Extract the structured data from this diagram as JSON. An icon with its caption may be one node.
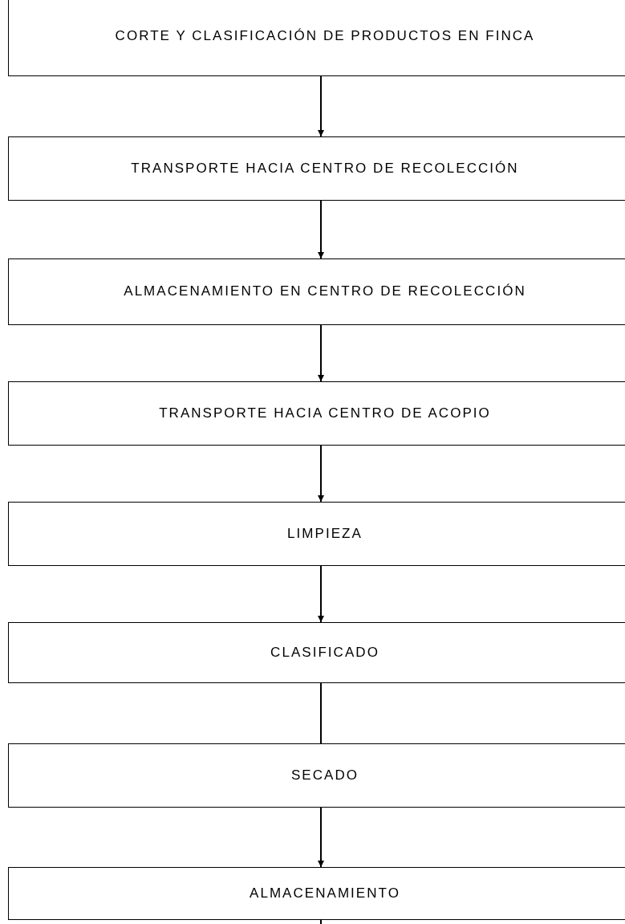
{
  "diagram": {
    "nodes": [
      {
        "text": [
          "CORTE Y CLASIFICACIÓN DE PRODUCTOS EN FINCA"
        ]
      },
      {
        "text": [
          "TRANSPORTE HACIA CENTRO DE RECOLECCIÓN"
        ]
      },
      {
        "text": [
          "ALMACENAMIENTO EN CENTRO DE RECOLECCIÓN"
        ]
      },
      {
        "text": [
          "TRANSPORTE HACIA CENTRO DE ACOPIO"
        ]
      },
      {
        "text": [
          "LIMPIEZA"
        ]
      },
      {
        "text": [
          "CLASIFICADO"
        ]
      },
      {
        "text": [
          "SECADO"
        ]
      },
      {
        "text": [
          "ALMACENAMIENTO"
        ]
      }
    ],
    "edges": [
      {
        "from": 0,
        "to": 1,
        "arrow": "to"
      },
      {
        "from": 1,
        "to": 2,
        "arrow": "to"
      },
      {
        "from": 2,
        "to": 3,
        "arrow": "to"
      },
      {
        "from": 3,
        "to": 4,
        "arrow": "to"
      },
      {
        "from": 4,
        "to": 5,
        "arrow": "to"
      },
      {
        "from": 5,
        "to": 6,
        "arrow": "none"
      },
      {
        "from": 6,
        "to": 7,
        "arrow": "to"
      },
      {
        "from": 7,
        "to": null,
        "arrow": "none"
      }
    ]
  }
}
